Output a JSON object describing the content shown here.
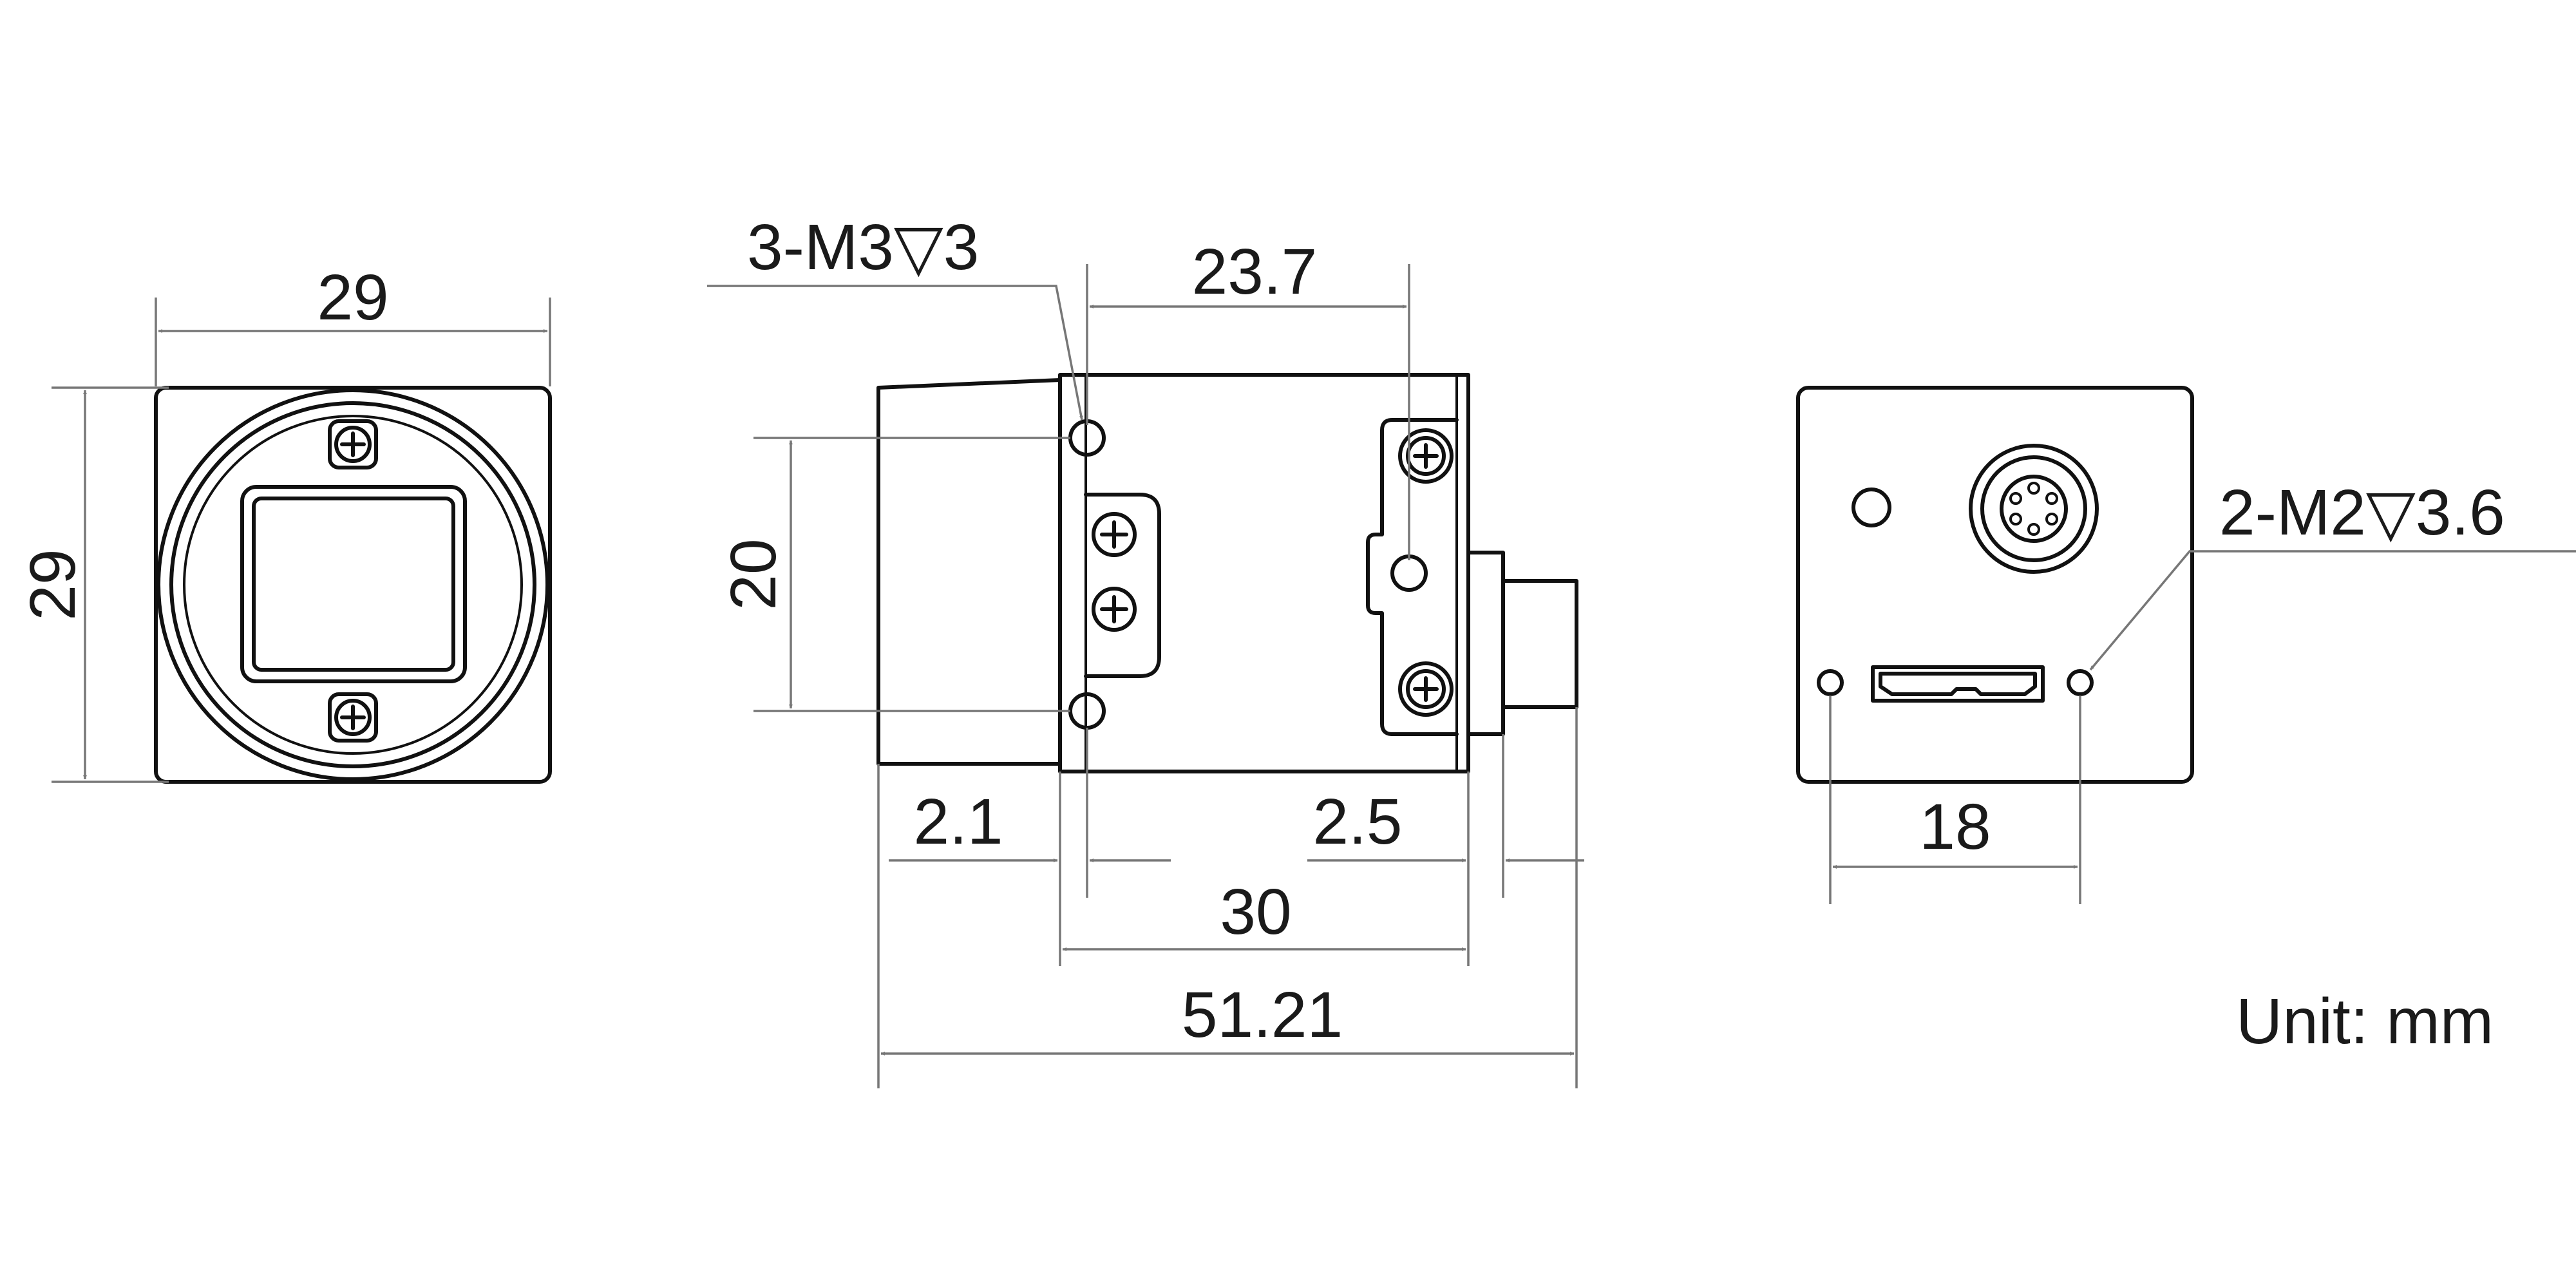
{
  "front_view": {
    "width_label": "29",
    "height_label": "29"
  },
  "side_view": {
    "thread_callout_top": "3-M3▽3",
    "hole_spacing_label": "23.7",
    "hole_pitch_label": "20",
    "front_offset_label": "2.1",
    "rear_offset_label": "2.5",
    "body_length_label": "30",
    "total_length_label": "51.21"
  },
  "rear_view": {
    "thread_callout": "2-M2▽3.6",
    "hole_spacing_label": "18"
  },
  "unit_label": "Unit: mm",
  "colors": {
    "outline": "#111111",
    "dimension": "#777777",
    "background": "#ffffff"
  }
}
